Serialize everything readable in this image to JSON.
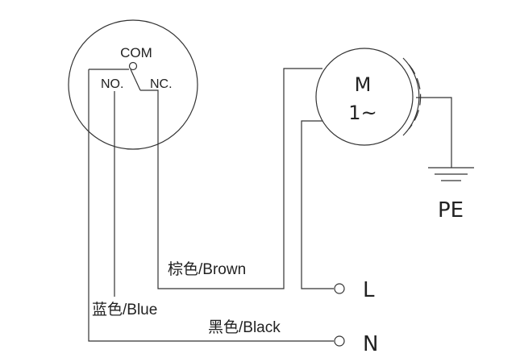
{
  "switch": {
    "com_label": "COM",
    "no_label": "NO.",
    "nc_label": "NC."
  },
  "motor": {
    "label_line1": "M",
    "label_line2": "1~"
  },
  "ground": {
    "label": "PE"
  },
  "wires": {
    "brown_label": "棕色/Brown",
    "blue_label": "蓝色/Blue",
    "black_label": "黑色/Black"
  },
  "terminals": {
    "live_label": "L",
    "neutral_label": "N"
  },
  "colors": {
    "line": "#333333",
    "text": "#222222"
  }
}
